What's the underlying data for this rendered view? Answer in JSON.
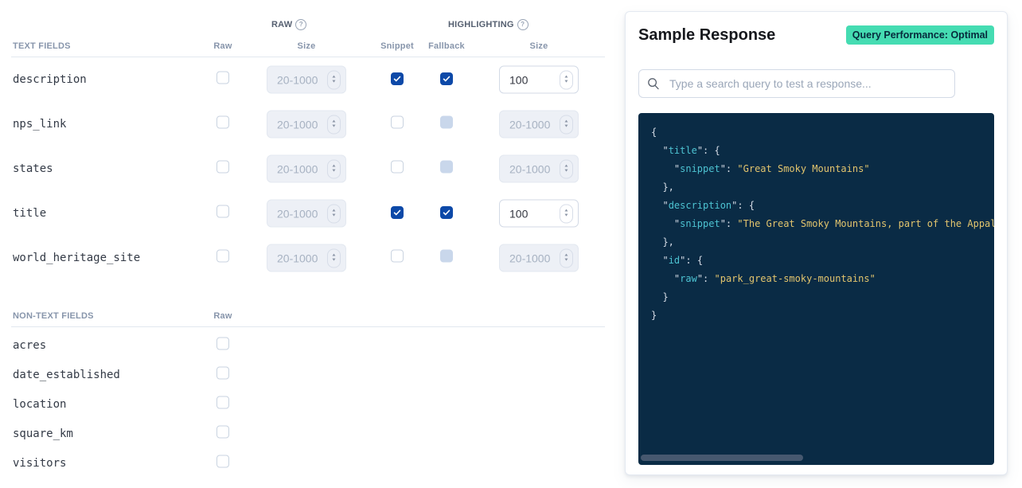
{
  "colors": {
    "checkbox_checked_blue": "#0d49a8",
    "checkbox_disabled_fill": "#c9d7eb",
    "badge_green": "#45dcb2",
    "code_background": "#0a2b45",
    "code_punctuation": "#d5dce6",
    "code_key": "#4dc3d2",
    "code_string": "#e2c46d"
  },
  "table": {
    "raw_group_label": "RAW",
    "highlighting_group_label": "HIGHLIGHTING",
    "size_placeholder": "20-1000",
    "columns": {
      "text_fields": "TEXT FIELDS",
      "raw": "Raw",
      "raw_size": "Size",
      "snippet": "Snippet",
      "fallback": "Fallback",
      "highlight_size": "Size",
      "non_text_fields": "NON-TEXT FIELDS",
      "non_text_raw": "Raw"
    },
    "text_rows": [
      {
        "field": "description",
        "raw_checked": false,
        "raw_size_disabled": true,
        "raw_size_value": "",
        "snippet_checked": true,
        "fallback_checked": true,
        "fallback_disabled": false,
        "hl_size_disabled": false,
        "hl_size_value": "100"
      },
      {
        "field": "nps_link",
        "raw_checked": false,
        "raw_size_disabled": true,
        "raw_size_value": "",
        "snippet_checked": false,
        "fallback_checked": false,
        "fallback_disabled": true,
        "hl_size_disabled": true,
        "hl_size_value": ""
      },
      {
        "field": "states",
        "raw_checked": false,
        "raw_size_disabled": true,
        "raw_size_value": "",
        "snippet_checked": false,
        "fallback_checked": false,
        "fallback_disabled": true,
        "hl_size_disabled": true,
        "hl_size_value": ""
      },
      {
        "field": "title",
        "raw_checked": false,
        "raw_size_disabled": true,
        "raw_size_value": "",
        "snippet_checked": true,
        "fallback_checked": true,
        "fallback_disabled": false,
        "hl_size_disabled": false,
        "hl_size_value": "100"
      },
      {
        "field": "world_heritage_site",
        "raw_checked": false,
        "raw_size_disabled": true,
        "raw_size_value": "",
        "snippet_checked": false,
        "fallback_checked": false,
        "fallback_disabled": true,
        "hl_size_disabled": true,
        "hl_size_value": ""
      }
    ],
    "non_text_rows": [
      {
        "field": "acres",
        "raw_checked": false
      },
      {
        "field": "date_established",
        "raw_checked": false
      },
      {
        "field": "location",
        "raw_checked": false
      },
      {
        "field": "square_km",
        "raw_checked": false
      },
      {
        "field": "visitors",
        "raw_checked": false
      }
    ]
  },
  "sample_response": {
    "title": "Sample Response",
    "badge": "Query Performance: Optimal",
    "search_placeholder": "Type a search query to test a response...",
    "code_lines": [
      [
        {
          "c": "p",
          "t": "{"
        }
      ],
      [
        {
          "c": "p",
          "t": "  \""
        },
        {
          "c": "k",
          "t": "title"
        },
        {
          "c": "p",
          "t": "\": {"
        }
      ],
      [
        {
          "c": "p",
          "t": "    \""
        },
        {
          "c": "k",
          "t": "snippet"
        },
        {
          "c": "p",
          "t": "\": "
        },
        {
          "c": "s",
          "t": "\"Great Smoky Mountains\""
        }
      ],
      [
        {
          "c": "p",
          "t": "  },"
        }
      ],
      [
        {
          "c": "p",
          "t": "  \""
        },
        {
          "c": "k",
          "t": "description"
        },
        {
          "c": "p",
          "t": "\": {"
        }
      ],
      [
        {
          "c": "p",
          "t": "    \""
        },
        {
          "c": "k",
          "t": "snippet"
        },
        {
          "c": "p",
          "t": "\": "
        },
        {
          "c": "s",
          "t": "\"The Great Smoky Mountains, part of the Appal"
        }
      ],
      [
        {
          "c": "p",
          "t": "  },"
        }
      ],
      [
        {
          "c": "p",
          "t": "  \""
        },
        {
          "c": "k",
          "t": "id"
        },
        {
          "c": "p",
          "t": "\": {"
        }
      ],
      [
        {
          "c": "p",
          "t": "    \""
        },
        {
          "c": "k",
          "t": "raw"
        },
        {
          "c": "p",
          "t": "\": "
        },
        {
          "c": "s",
          "t": "\"park_great-smoky-mountains\""
        }
      ],
      [
        {
          "c": "p",
          "t": "  }"
        }
      ],
      [
        {
          "c": "p",
          "t": "}"
        }
      ]
    ]
  }
}
